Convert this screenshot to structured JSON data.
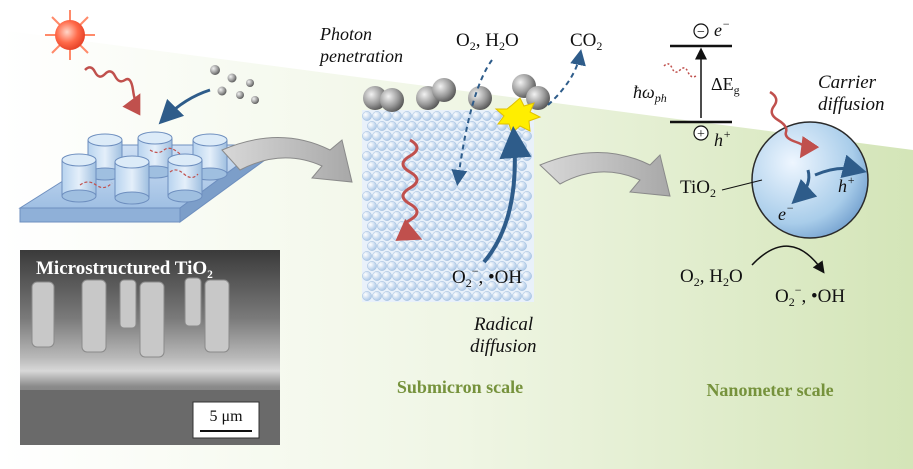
{
  "labels": {
    "photon_line1": "Photon",
    "photon_line2": "penetration",
    "reactants_top": "O",
    "reactants_top_sub": "2",
    "reactants_top_rest": ", H",
    "reactants_top_sub2": "2",
    "reactants_top_end": "O",
    "co2": "CO",
    "co2_sub": "2",
    "radicals": "O",
    "radicals_sub": "2",
    "radicals_sup": "−",
    "radicals_rest": ", •OH",
    "radical_line1": "Radical",
    "radical_line2": "diffusion",
    "carrier_line1": "Carrier",
    "carrier_line2": "diffusion",
    "electron": "e",
    "electron_sup": "−",
    "hole": "h",
    "hole_sup": "+",
    "hbar_omega": "ħω",
    "hbar_omega_sub": "ph",
    "delta_e": "ΔE",
    "delta_e_sub": "g",
    "tio2": "TiO",
    "tio2_sub": "2",
    "reactants_bottom": "O",
    "reactants_bottom_sub": "2",
    "reactants_bottom_rest": ", H",
    "reactants_bottom_sub2": "2",
    "reactants_bottom_end": "O",
    "products_bottom": "O",
    "products_bottom_sub": "2",
    "products_bottom_sup": "−",
    "products_bottom_rest": ", •OH",
    "minus_symbol": "−",
    "plus_symbol": "+"
  },
  "sem": {
    "title": "Microstructured TiO₂",
    "scale": "5 μm"
  },
  "scales": {
    "submicron": "Submicron scale",
    "nanometer": "Nanometer scale"
  },
  "colors": {
    "green_scale": "#76923c",
    "wave_red": "#c0504d",
    "arrow_blue": "#2e5c8a",
    "tio2_blue": "#a9cdea"
  }
}
